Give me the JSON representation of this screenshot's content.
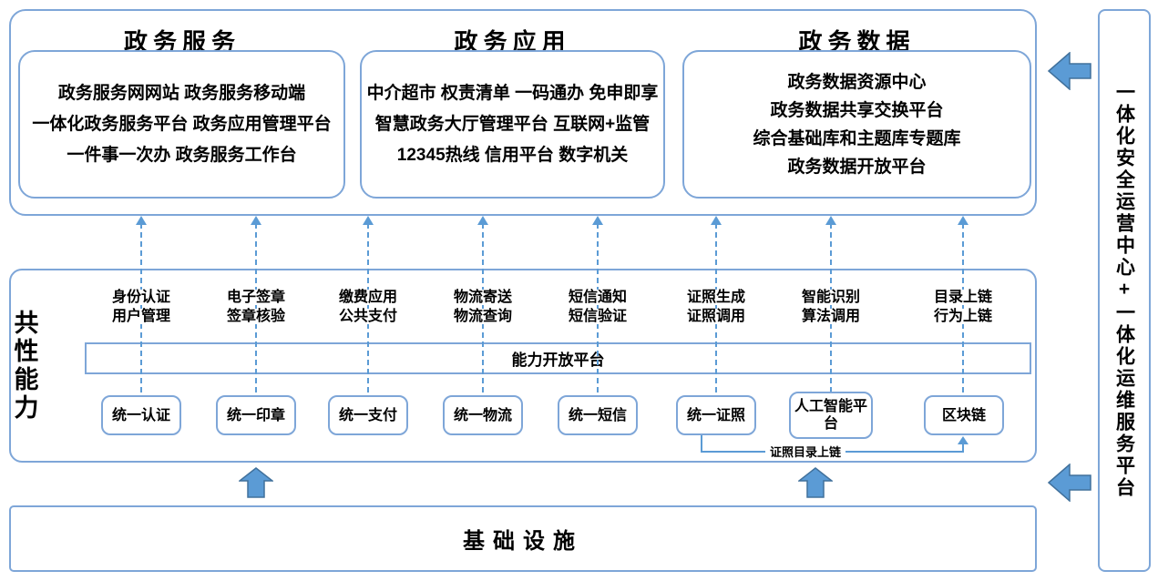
{
  "colors": {
    "box_border": "#7ea6d8",
    "arrow_fill": "#5b9bd5",
    "arrow_stroke": "#41719c",
    "dashed_line": "#5b9bd5",
    "text": "#000000"
  },
  "top_sections": [
    {
      "title": "政务服务",
      "lines": [
        "政务服务网网站 政务服务移动端",
        "一体化政务服务平台 政务应用管理平台",
        "一件事一次办 政务服务工作台"
      ]
    },
    {
      "title": "政务应用",
      "lines": [
        "中介超市 权责清单 一码通办 免申即享",
        "智慧政务大厅管理平台 互联网+监管",
        "12345热线 信用平台 数字机关"
      ]
    },
    {
      "title": "政务数据",
      "lines": [
        "政务数据资源中心",
        "政务数据共享交换平台",
        "综合基础库和主题库专题库",
        "政务数据开放平台"
      ]
    }
  ],
  "middle": {
    "side_label": "共性能力",
    "platform_bar_label": "能力开放平台",
    "chain_link_label": "证照目录上链",
    "columns": [
      {
        "cap_line1": "身份认证",
        "cap_line2": "用户管理",
        "box": "统一认证"
      },
      {
        "cap_line1": "电子签章",
        "cap_line2": "签章核验",
        "box": "统一印章"
      },
      {
        "cap_line1": "缴费应用",
        "cap_line2": "公共支付",
        "box": "统一支付"
      },
      {
        "cap_line1": "物流寄送",
        "cap_line2": "物流查询",
        "box": "统一物流"
      },
      {
        "cap_line1": "短信通知",
        "cap_line2": "短信验证",
        "box": "统一短信"
      },
      {
        "cap_line1": "证照生成",
        "cap_line2": "证照调用",
        "box": "统一证照"
      },
      {
        "cap_line1": "智能识别",
        "cap_line2": "算法调用",
        "box": "人工智能平台"
      },
      {
        "cap_line1": "目录上链",
        "cap_line2": "行为上链",
        "box": "区块链"
      }
    ]
  },
  "bottom_label": "基础设施",
  "right_bar_label": "一体化安全运营中心+一体化运维服务平台"
}
